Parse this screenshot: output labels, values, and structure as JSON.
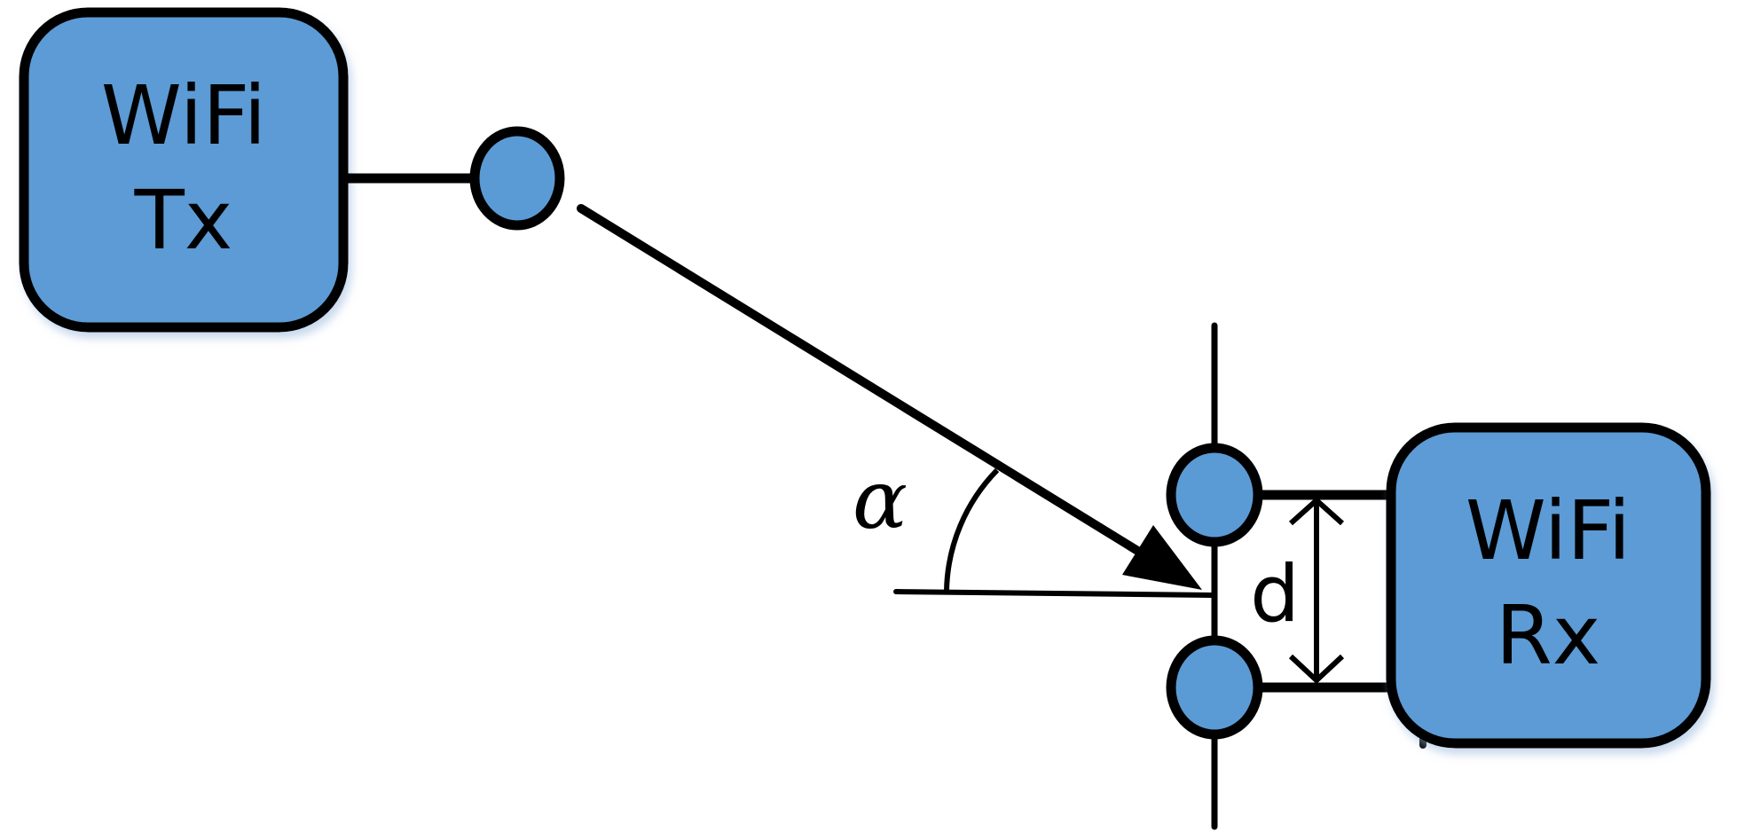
{
  "colors": {
    "node_fill": "#5B9BD5",
    "stroke": "#000000",
    "background": "#FFFFFF"
  },
  "transmitter": {
    "line1": "WiFi",
    "line2": "Tx"
  },
  "receiver": {
    "line1": "WiFi",
    "line2": "Rx"
  },
  "labels": {
    "angle": "α",
    "spacing": "d"
  }
}
